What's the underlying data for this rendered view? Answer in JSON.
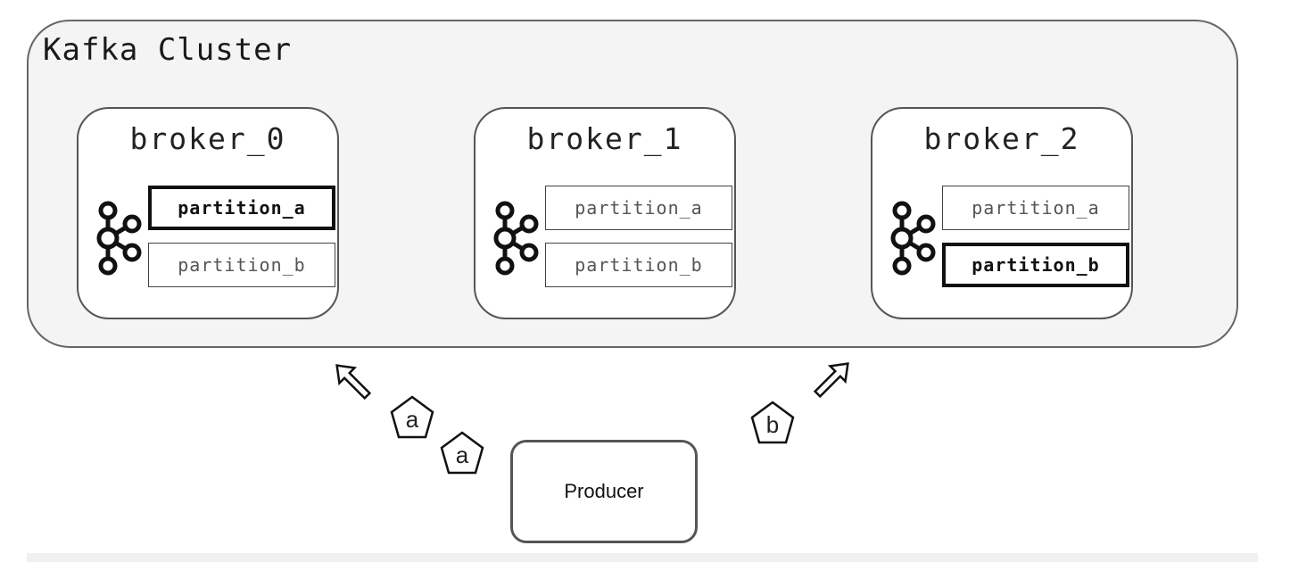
{
  "cluster": {
    "label": "Kafka Cluster"
  },
  "brokers": [
    {
      "name": "broker_0",
      "partitions": [
        "partition_a",
        "partition_b"
      ],
      "leader": "partition_a"
    },
    {
      "name": "broker_1",
      "partitions": [
        "partition_a",
        "partition_b"
      ],
      "leader": ""
    },
    {
      "name": "broker_2",
      "partitions": [
        "partition_a",
        "partition_b"
      ],
      "leader": "partition_b"
    }
  ],
  "producer": {
    "label": "Producer"
  },
  "messages": [
    {
      "label": "a",
      "target": "broker_0"
    },
    {
      "label": "a",
      "target": "broker_0"
    },
    {
      "label": "b",
      "target": "broker_2"
    }
  ],
  "icons": {
    "broker_icon": "kafka-logo-icon",
    "arrow_icon": "hollow-arrow-icon",
    "message_icon": "pentagon-message-icon"
  },
  "colors": {
    "cluster_bg": "#f4f4f4",
    "border": "#555555",
    "leader_border": "#111111"
  }
}
